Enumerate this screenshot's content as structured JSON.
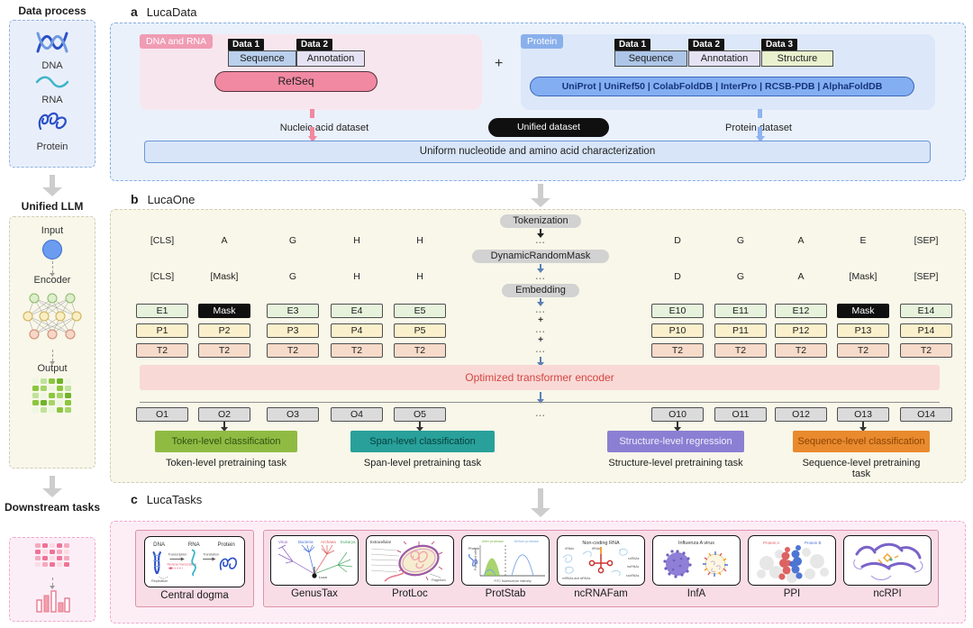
{
  "sidebar": {
    "title_top": "Data process",
    "items_top": [
      {
        "label": "DNA"
      },
      {
        "label": "RNA"
      },
      {
        "label": "Protein"
      }
    ],
    "title_mid": "Unified LLM",
    "llm": {
      "input": "Input",
      "encoder": "Encoder",
      "output": "Output"
    },
    "title_bottom": "Downstream tasks"
  },
  "panel_a": {
    "key": "a",
    "title": "LucaData",
    "dna_rna": {
      "tag": "DNA and RNA",
      "data1": "Data 1",
      "data2": "Data 2",
      "sequence": "Sequence",
      "annotation": "Annotation",
      "source": "RefSeq"
    },
    "plus": "+",
    "protein": {
      "tag": "Protein",
      "data1": "Data 1",
      "data2": "Data 2",
      "data3": "Data 3",
      "sequence": "Sequence",
      "annotation": "Annotation",
      "structure": "Structure",
      "sources": "UniProt   |   UniRef50   |   ColabFoldDB   |   InterPro   |   RCSB-PDB   |   AlphaFoldDB"
    },
    "nucleic_label": "Nucleic acid dataset",
    "unified_label": "Unified dataset",
    "protein_label": "Protein dataset",
    "bar": "Uniform nucleotide and amino acid characterization"
  },
  "panel_b": {
    "key": "b",
    "title": "LucaOne",
    "pills": {
      "tokenization": "Tokenization",
      "mask": "DynamicRandomMask",
      "embedding": "Embedding"
    },
    "dots": "...",
    "plus": "+",
    "row1": [
      "[CLS]",
      "A",
      "G",
      "H",
      "H",
      "D",
      "G",
      "A",
      "E",
      "[SEP]"
    ],
    "row2": [
      "[CLS]",
      "[Mask]",
      "G",
      "H",
      "H",
      "D",
      "G",
      "A",
      "[Mask]",
      "[SEP]"
    ],
    "e_row": [
      "E1",
      "Mask",
      "E3",
      "E4",
      "E5",
      "E10",
      "E11",
      "E12",
      "Mask",
      "E14"
    ],
    "p_row": [
      "P1",
      "P2",
      "P3",
      "P4",
      "P5",
      "P10",
      "P11",
      "P12",
      "P13",
      "P14"
    ],
    "t_row": [
      "T2",
      "T2",
      "T2",
      "T2",
      "T2",
      "T2",
      "T2",
      "T2",
      "T2",
      "T2"
    ],
    "o_row": [
      "O1",
      "O2",
      "O3",
      "O4",
      "O5",
      "O10",
      "O11",
      "O12",
      "O13",
      "O14"
    ],
    "encoder": "Optimized transformer encoder",
    "heads": [
      {
        "label": "Token-level classification",
        "task": "Token-level pretraining task",
        "bg": "#8fbb43",
        "fg": "#2f5311"
      },
      {
        "label": "Span-level classification",
        "task": "Span-level pretraining task",
        "bg": "#29a09a",
        "fg": "#06413d"
      },
      {
        "label": "Structure-level regression",
        "task": "Structure-level pretraining task",
        "bg": "#8b7fd3",
        "fg": "#efeefb"
      },
      {
        "label": "Sequence-level classification",
        "task": "Sequence-level pretraining task",
        "bg": "#e98a2e",
        "fg": "#8a4503"
      }
    ]
  },
  "panel_c": {
    "key": "c",
    "title": "LucaTasks",
    "cards": [
      {
        "label": "Central dogma"
      },
      {
        "label": "GenusTax"
      },
      {
        "label": "ProtLoc"
      },
      {
        "label": "ProtStab"
      },
      {
        "label": "ncRNAFam"
      },
      {
        "label": "InfA"
      },
      {
        "label": "PPI"
      },
      {
        "label": "ncRPI"
      }
    ],
    "central": {
      "dna": "DNA",
      "rna": "RNA",
      "protein": "Protein",
      "transcription": "Transcription",
      "translation": "Translation",
      "reverse": "Reverse transcription",
      "replication": "Replication"
    },
    "genustax": {
      "virus": "Virus",
      "bacteria": "Bacteria",
      "archaea": "Archaea",
      "eukarya": "Eukarya",
      "luca": "Luca"
    },
    "protloc": {
      "extracellular": "Extracellular",
      "flagellum": "Flagellum"
    },
    "protstab": {
      "after": "After protease",
      "before": "Before protease",
      "protein": "Protein",
      "xlabel": "FITC fluorescence intensity",
      "ylabel": "Fraction of cells"
    },
    "ncrnafam": {
      "title": "Non-coding RNA",
      "rrnas": "rRNAs",
      "trnas": "tRNAs",
      "snrnas": "snRNAs",
      "lncrnas": "lncRNAs",
      "snornas": "snoRNAs",
      "mirnas": "miRNAs and siRNAs"
    },
    "infa": {
      "title": "Influenza A virus"
    },
    "ppi": {
      "a": "Protein A",
      "b": "Protein B"
    }
  },
  "colors": {
    "panel_a_bg": "#eaf1fb",
    "panel_b_bg": "#f8f7e9",
    "panel_c_bg": "#fdeef6",
    "encoder_bar_bg": "#f8d9d6",
    "encoder_text": "#d64541",
    "nucleic_arrow": "#f2889f",
    "protein_arrow": "#8fb4ee",
    "unified_pill_bg": "#101010",
    "refseq_pill_bg": "#f189a2",
    "db_pill_bg": "#83aef2"
  }
}
